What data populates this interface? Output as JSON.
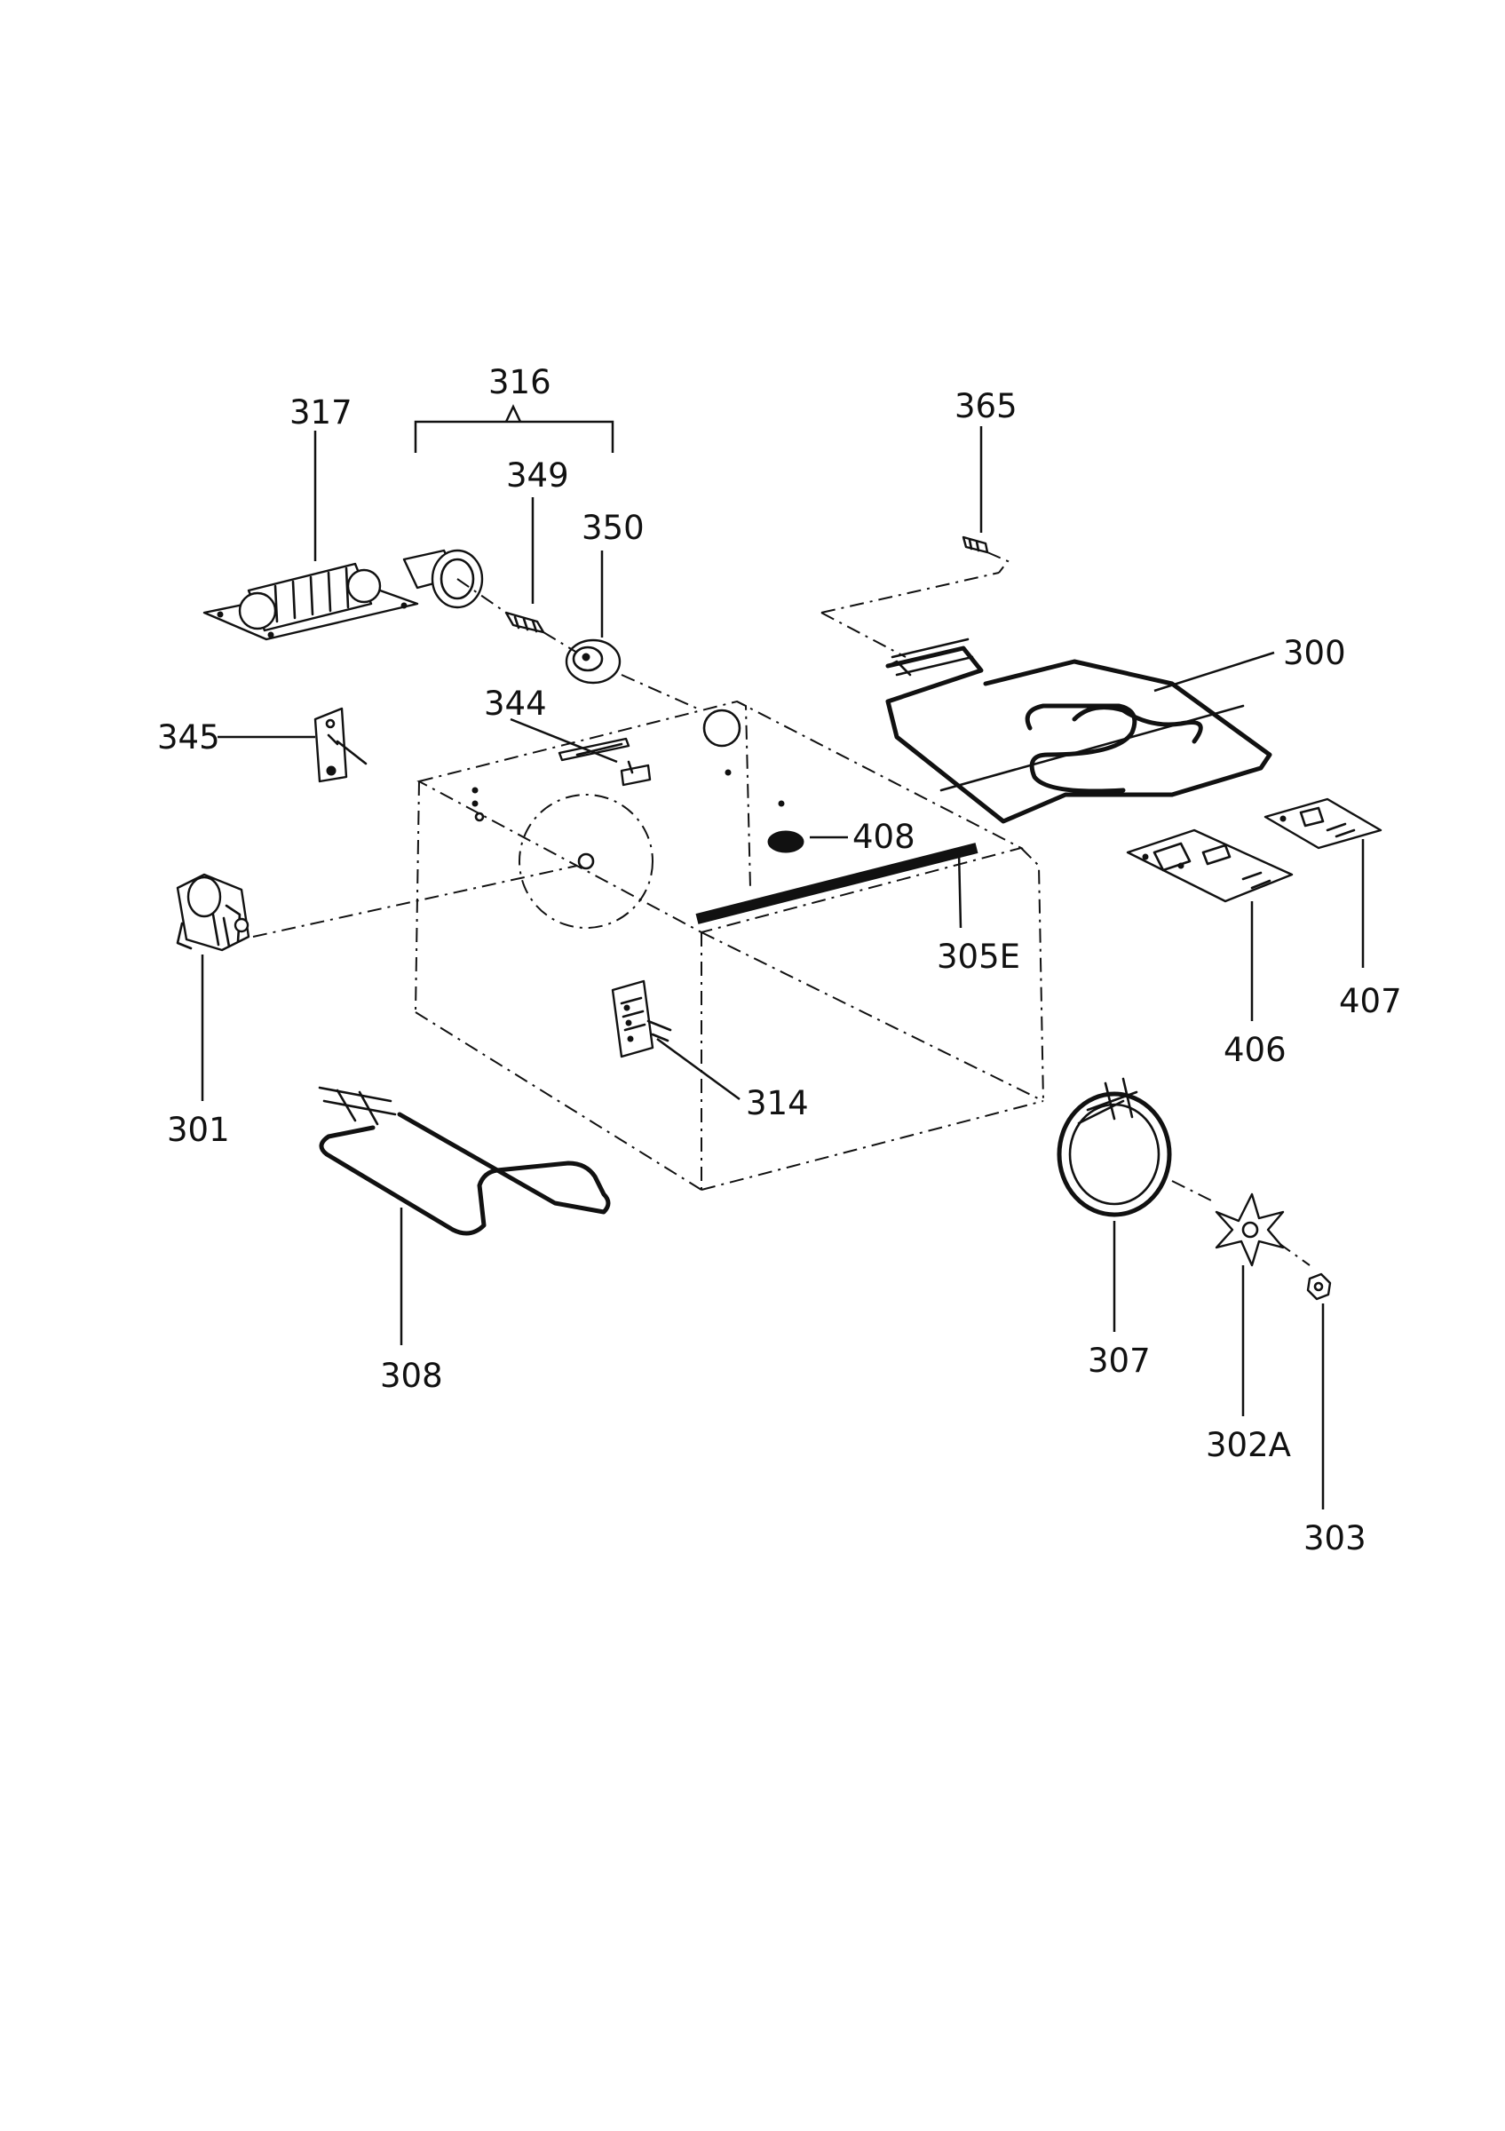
{
  "parts": {
    "p300": "300",
    "p301": "301",
    "p302a": "302A",
    "p303": "303",
    "p305e": "305E",
    "p307": "307",
    "p308": "308",
    "p314": "314",
    "p316": "316",
    "p317": "317",
    "p344": "344",
    "p345": "345",
    "p349": "349",
    "p350": "350",
    "p365": "365",
    "p406": "406",
    "p407": "407",
    "p408": "408"
  }
}
